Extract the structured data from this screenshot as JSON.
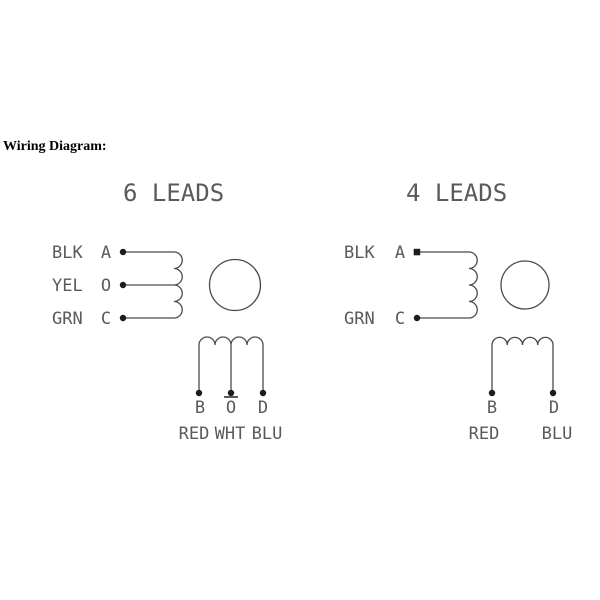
{
  "page": {
    "title": "Wiring Diagram:"
  },
  "colors": {
    "line": "#4a4a4a",
    "label_text": "#5a5a5a",
    "title_text": "#000000",
    "dot": "#1c1c1c"
  },
  "diagrams": [
    {
      "heading": "6 LEADS",
      "left_terminals": [
        {
          "wire": "BLK",
          "terminal": "A"
        },
        {
          "wire": "YEL",
          "terminal": "O"
        },
        {
          "wire": "GRN",
          "terminal": "C"
        }
      ],
      "bottom_terminals": [
        {
          "terminal": "B",
          "wire": "RED",
          "overline": false
        },
        {
          "terminal": "O",
          "wire": "WHT",
          "overline": true
        },
        {
          "terminal": "D",
          "wire": "BLU",
          "overline": false
        }
      ]
    },
    {
      "heading": "4 LEADS",
      "left_terminals": [
        {
          "wire": "BLK",
          "terminal": "A"
        },
        {
          "wire": "GRN",
          "terminal": "C"
        }
      ],
      "bottom_terminals": [
        {
          "terminal": "B",
          "wire": "RED",
          "overline": false
        },
        {
          "terminal": "D",
          "wire": "BLU",
          "overline": false
        }
      ]
    }
  ]
}
